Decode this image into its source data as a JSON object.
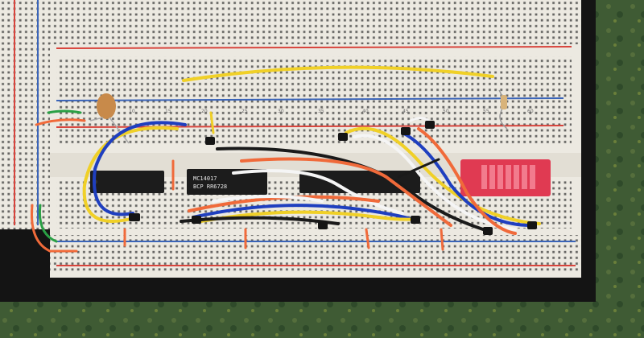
{
  "chips": [
    {
      "id": "left-ic",
      "label_line1": "",
      "label_line2": ""
    },
    {
      "id": "center-ic",
      "label_line1": "MC14017",
      "label_line2": "BCP RR6728"
    },
    {
      "id": "right-ic",
      "label_line1": "",
      "label_line2": ""
    }
  ],
  "row_numbers": [
    "5",
    "10",
    "15",
    "20",
    "25",
    "30",
    "35",
    "40",
    "45",
    "50",
    "55",
    "60"
  ],
  "colors": {
    "board": "#ece9e1",
    "red_rail": "#d8443c",
    "blue_rail": "#3a64b8",
    "wire_yellow": "#f0d027",
    "wire_blue": "#1f3fbf",
    "wire_white": "#f5f5f5",
    "wire_black": "#1a1a1a",
    "wire_orange": "#f06a3a",
    "wire_green": "#2aa045",
    "dip_switch": "#e03a52",
    "background_green": "#3f5b34"
  },
  "components": [
    "dip-switch",
    "ceramic-capacitor",
    "resistor"
  ]
}
